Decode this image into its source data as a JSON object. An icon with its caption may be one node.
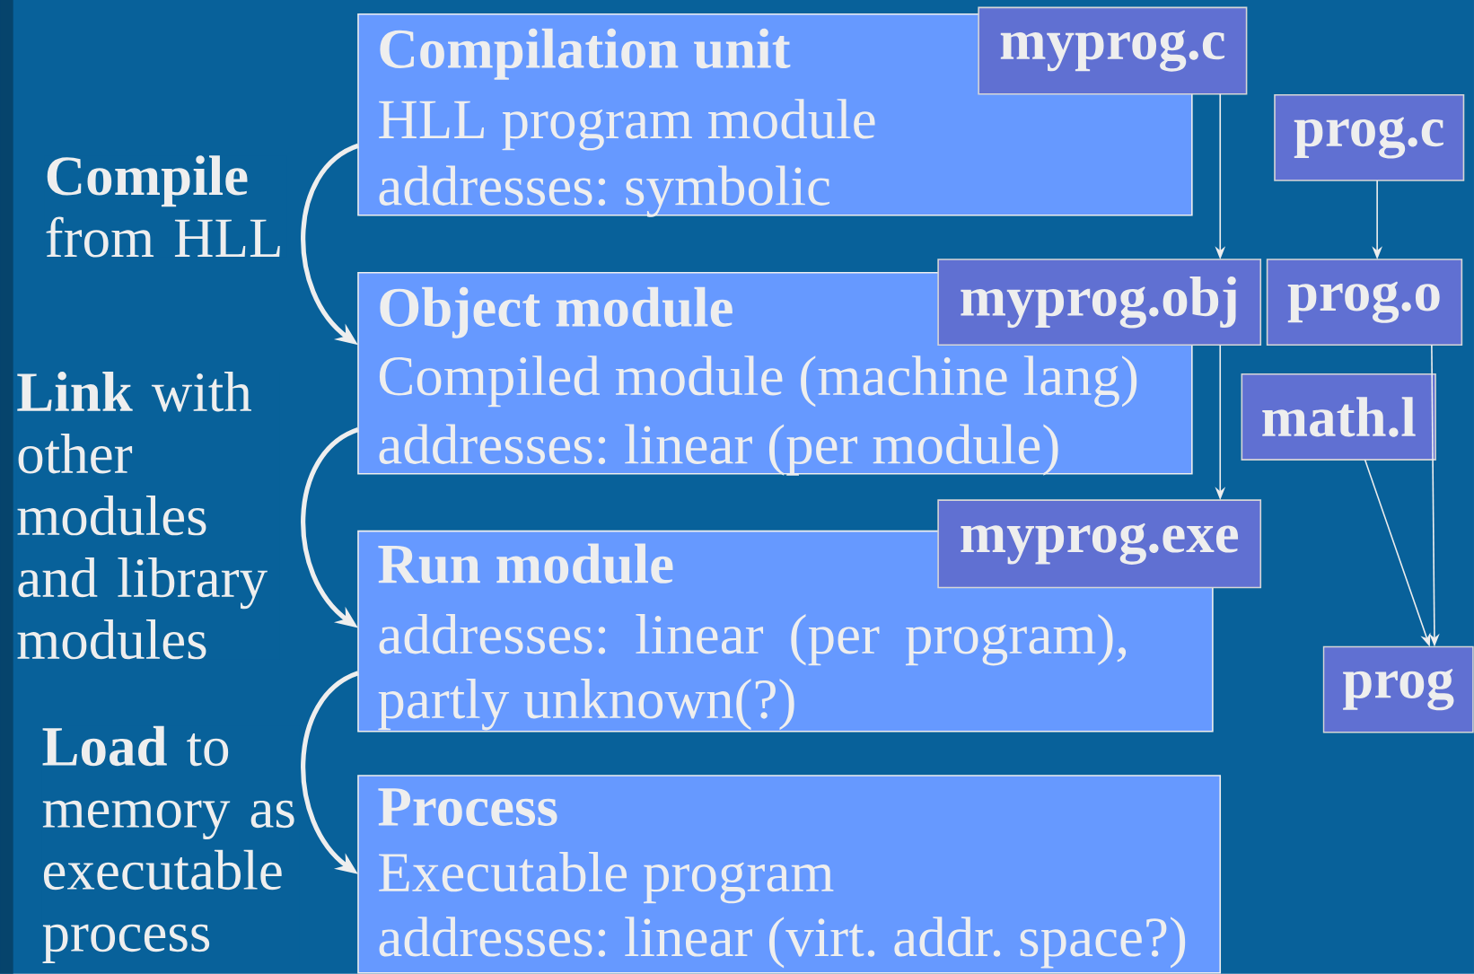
{
  "diagram": {
    "nodes": [
      {
        "text": [
          "Compilation unit",
          "HLL program module",
          "addresses: symbolic"
        ]
      },
      {
        "text": [
          "myprog.c"
        ]
      },
      {
        "text": [
          "prog.c"
        ]
      },
      {
        "text": [
          "Object module",
          "Compiled module (machine lang)",
          "addresses: linear (per module)"
        ]
      },
      {
        "text": [
          "myprog.obj"
        ]
      },
      {
        "text": [
          "prog.o"
        ]
      },
      {
        "text": [
          "math.l"
        ]
      },
      {
        "text": [
          "Run module",
          "addresses: linear (per program), partly unknown(?)"
        ]
      },
      {
        "text": [
          "myprog.exe"
        ]
      },
      {
        "text": [
          "prog"
        ]
      },
      {
        "text": [
          "Process",
          "Executable program",
          "addresses: linear (virt. addr. space?)"
        ]
      }
    ],
    "edges": [
      {
        "from": 0,
        "to": 3,
        "arrow": "to",
        "label": "**Compile** from HLL",
        "style": "thick"
      },
      {
        "from": 3,
        "to": 7,
        "arrow": "to",
        "label": "**Link** with other modules and library modules",
        "style": "thick"
      },
      {
        "from": 7,
        "to": 10,
        "arrow": "to",
        "label": "**Load** to memory as executable process",
        "style": "thick"
      },
      {
        "from": 1,
        "to": 4,
        "arrow": "to"
      },
      {
        "from": 4,
        "to": 8,
        "arrow": "to"
      },
      {
        "from": 2,
        "to": 5,
        "arrow": "to"
      },
      {
        "from": 5,
        "to": 9,
        "arrow": "to"
      },
      {
        "from": 6,
        "to": 9,
        "arrow": "to"
      }
    ]
  }
}
